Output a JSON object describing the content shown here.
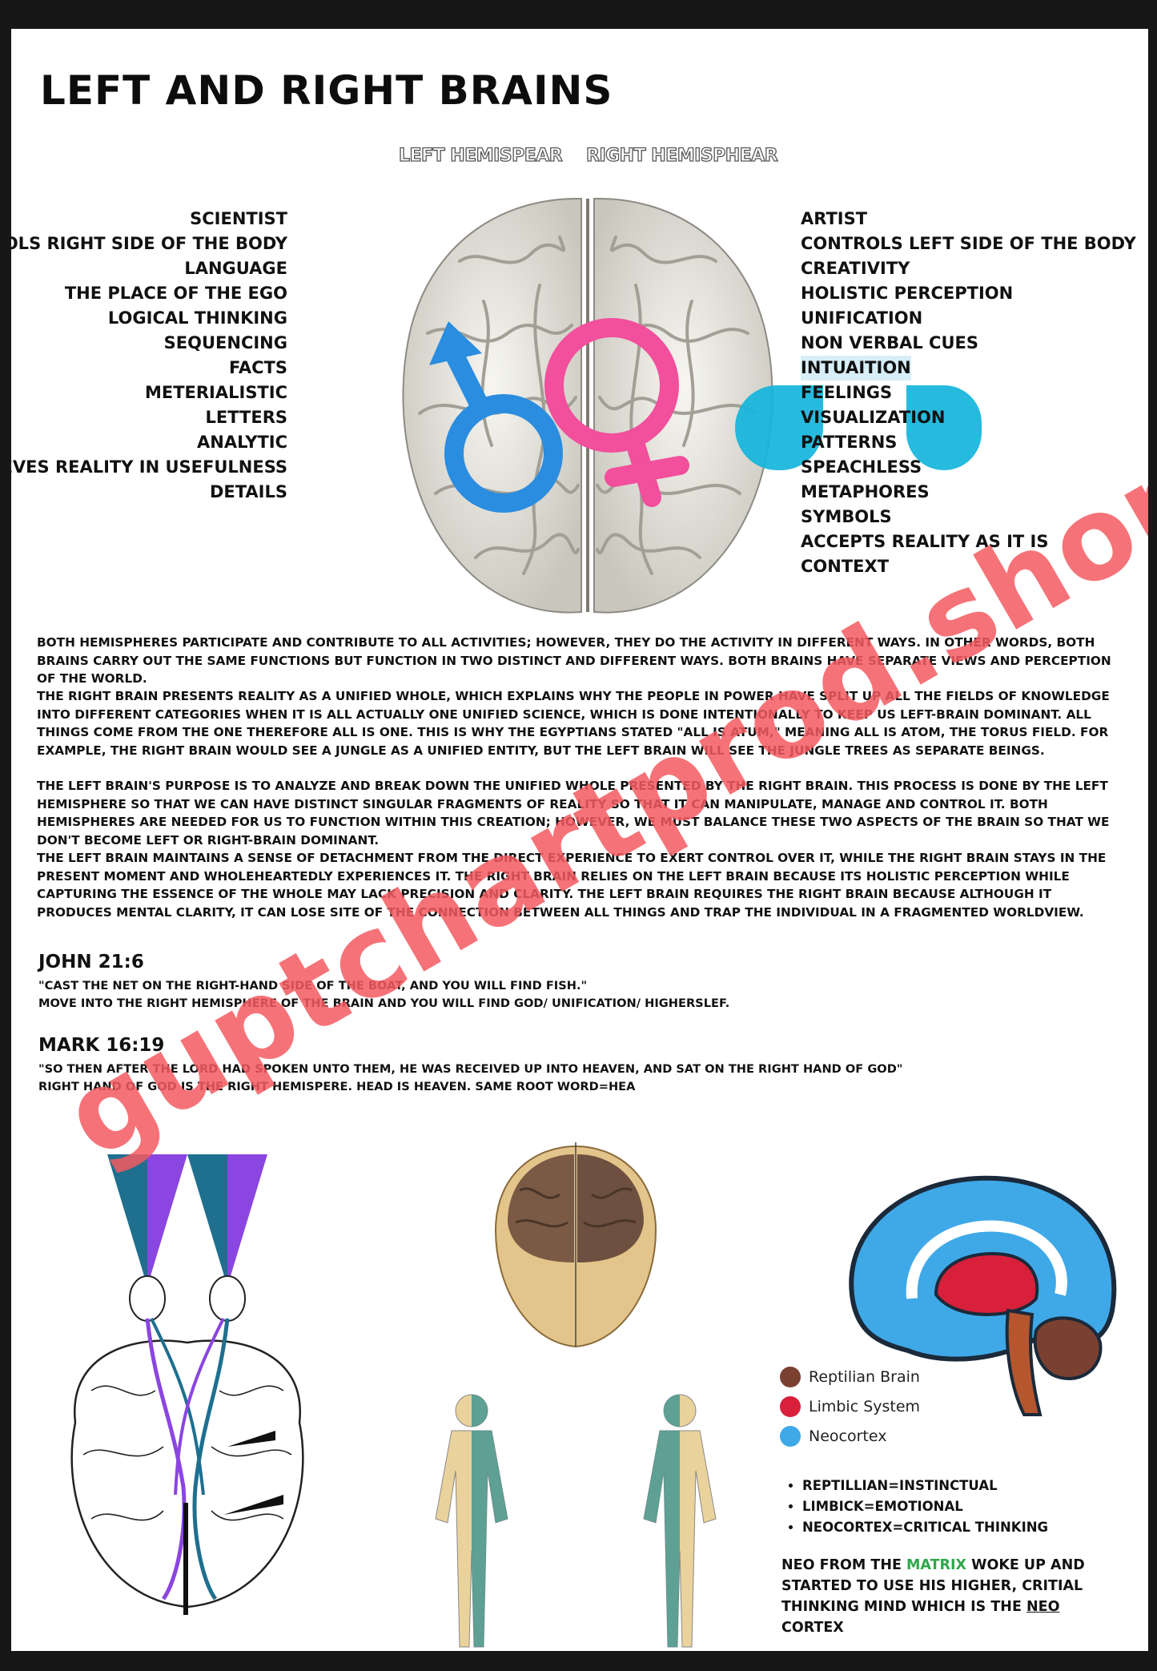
{
  "title": "LEFT AND RIGHT BRAINS",
  "hemispheres": {
    "left": "LEFT HEMISPEAR",
    "right": "RIGHT HEMISPHEAR"
  },
  "left_traits": [
    "SCIENTIST",
    "CONTROLS RIGHT SIDE OF THE BODY",
    "LANGUAGE",
    "THE PLACE OF THE EGO",
    "LOGICAL THINKING",
    "SEQUENCING",
    "FACTS",
    "METERIALISTIC",
    "LETTERS",
    "ANALYTIC",
    "PERCIEVES REALITY IN USEFULNESS",
    "DETAILS"
  ],
  "right_traits": [
    "ARTIST",
    "CONTROLS LEFT SIDE OF THE BODY",
    "CREATIVITY",
    "HOLISTIC PERCEPTION",
    "UNIFICATION",
    "NON VERBAL CUES",
    "INTUAITION",
    "FEELINGS",
    "VISUALIZATION",
    "PATTERNS",
    "SPEACHLESS",
    "METAPHORES",
    "SYMBOLS",
    "ACCEPTS REALITY AS IT IS",
    "CONTEXT"
  ],
  "paragraphs": [
    "BOTH HEMISPHERES PARTICIPATE AND CONTRIBUTE TO ALL ACTIVITIES; HOWEVER, THEY DO THE ACTIVITY IN DIFFERENT WAYS. IN OTHER WORDS, BOTH BRAINS CARRY OUT THE SAME FUNCTIONS BUT FUNCTION IN TWO DISTINCT AND DIFFERENT WAYS. BOTH BRAINS HAVE SEPARATE VIEWS AND PERCEPTION OF THE WORLD.",
    "THE RIGHT BRAIN PRESENTS REALITY AS A UNIFIED WHOLE, WHICH EXPLAINS WHY THE PEOPLE IN POWER HAVE SPLIT UP ALL THE FIELDS OF KNOWLEDGE INTO DIFFERENT CATEGORIES WHEN IT IS ALL ACTUALLY ONE UNIFIED SCIENCE, WHICH IS DONE INTENTIONALLY TO KEEP US LEFT-BRAIN DOMINANT. ALL THINGS COME FROM THE ONE THEREFORE ALL IS ONE. THIS IS WHY THE EGYPTIANS STATED \"ALL IS ATUM,\" MEANING ALL IS ATOM, THE TORUS FIELD. FOR EXAMPLE, THE RIGHT BRAIN WOULD SEE A JUNGLE AS A UNIFIED ENTITY, BUT THE LEFT BRAIN WILL SEE THE JUNGLE TREES AS SEPARATE BEINGS.",
    "THE LEFT BRAIN'S PURPOSE IS TO ANALYZE AND BREAK DOWN THE UNIFIED WHOLE PRESENTED BY THE RIGHT BRAIN. THIS PROCESS IS DONE BY THE LEFT HEMISPHERE SO THAT WE CAN HAVE DISTINCT SINGULAR FRAGMENTS OF REALITY SO THAT IT CAN MANIPULATE, MANAGE AND CONTROL IT. BOTH HEMISPHERES ARE NEEDED FOR US TO FUNCTION WITHIN THIS CREATION; HOWEVER, WE MUST BALANCE THESE TWO ASPECTS OF THE BRAIN SO THAT WE DON'T BECOME LEFT OR RIGHT-BRAIN DOMINANT.",
    "THE LEFT BRAIN MAINTAINS A SENSE OF DETACHMENT FROM THE DIRECT EXPERIENCE TO EXERT CONTROL OVER IT, WHILE THE RIGHT BRAIN STAYS IN THE PRESENT MOMENT AND WHOLEHEARTEDLY EXPERIENCES IT. THE RIGHT BRAIN RELIES ON THE LEFT BRAIN BECAUSE ITS HOLISTIC PERCEPTION WHILE CAPTURING THE ESSENCE OF THE WHOLE MAY LACK PRECISION AND CLARITY. THE LEFT BRAIN REQUIRES THE RIGHT BRAIN BECAUSE ALTHOUGH IT PRODUCES MENTAL CLARITY, IT CAN LOSE SITE OF THE CONNECTION BETWEEN ALL THINGS AND TRAP THE INDIVIDUAL IN A FRAGMENTED WORLDVIEW."
  ],
  "verses": [
    {
      "ref": "JOHN 21:6",
      "lines": [
        "\"CAST THE NET ON THE RIGHT-HAND SIDE OF THE BOAT, AND YOU WILL FIND FISH.\"",
        "MOVE INTO THE RIGHT HEMISPHERE OF THE BRAIN AND YOU WILL FIND GOD/ UNIFICATION/ HIGHERSLEF."
      ]
    },
    {
      "ref": "MARK 16:19",
      "lines": [
        "\"SO THEN AFTER THE LORD HAD SPOKEN UNTO THEM, HE WAS RECEIVED UP INTO HEAVEN, AND SAT ON THE RIGHT HAND OF GOD\"",
        "RIGHT HAND OF GOD IS THE RIGHT HEMISPERE. HEAD IS HEAVEN. SAME ROOT WORD=HEA"
      ]
    }
  ],
  "legend": [
    {
      "label": "Reptilian Brain",
      "color": "#7a4030"
    },
    {
      "label": "Limbic System",
      "color": "#d8203a"
    },
    {
      "label": "Neocortex",
      "color": "#3fa9e8"
    }
  ],
  "brain_bullets": [
    "REPTILLIAN=INSTINCTUAL",
    "LIMBICK=EMOTIONAL",
    "NEOCORTEX=CRITICAL THINKING"
  ],
  "neo_note": {
    "before": "NEO FROM THE ",
    "matrix": "MATRIX",
    "middle": " WOKE UP AND STARTED TO USE HIS HIGHER, CRITIAL THINKING MIND WHICH IS THE ",
    "neo": "NEO",
    "after": " CORTEX"
  },
  "watermark": "guptchartprod.shop",
  "colors": {
    "male_symbol": "#2a8de0",
    "female_symbol": "#f24f9d",
    "cyan_accent": "#14b4dc",
    "watermark": "#f45b61"
  }
}
